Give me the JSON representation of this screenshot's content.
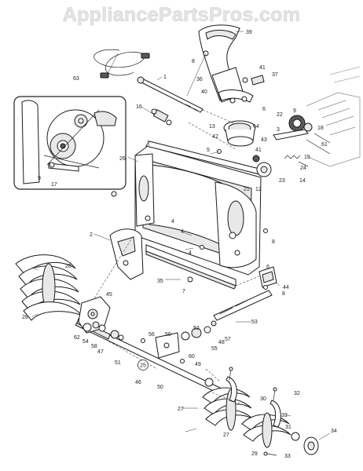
{
  "watermark": "AppliancePartsPros.com",
  "callouts": [
    {
      "id": "c1",
      "text": "1"
    },
    {
      "id": "c2",
      "text": "2"
    },
    {
      "id": "c3",
      "text": "3"
    },
    {
      "id": "c4a",
      "text": "4"
    },
    {
      "id": "c4b",
      "text": "4"
    },
    {
      "id": "c4c",
      "text": "4"
    },
    {
      "id": "c5",
      "text": "5"
    },
    {
      "id": "c6a",
      "text": "6"
    },
    {
      "id": "c6b",
      "text": "6"
    },
    {
      "id": "c7",
      "text": "7"
    },
    {
      "id": "c8a",
      "text": "8"
    },
    {
      "id": "c8b",
      "text": "8"
    },
    {
      "id": "c8c",
      "text": "8"
    },
    {
      "id": "c9a",
      "text": "9"
    },
    {
      "id": "c9b",
      "text": "9"
    },
    {
      "id": "c12",
      "text": "12"
    },
    {
      "id": "c13",
      "text": "13"
    },
    {
      "id": "c14",
      "text": "14"
    },
    {
      "id": "c15",
      "text": "15"
    },
    {
      "id": "c16",
      "text": "16"
    },
    {
      "id": "c17",
      "text": "17"
    },
    {
      "id": "c18",
      "text": "18"
    },
    {
      "id": "c21",
      "text": "21"
    },
    {
      "id": "c22",
      "text": "22"
    },
    {
      "id": "c23",
      "text": "23"
    },
    {
      "id": "c24",
      "text": "24"
    },
    {
      "id": "c25",
      "text": "25"
    },
    {
      "id": "c26",
      "text": "26"
    },
    {
      "id": "c27a",
      "text": "27"
    },
    {
      "id": "c27b",
      "text": "27"
    },
    {
      "id": "c28a",
      "text": "28"
    },
    {
      "id": "c28b",
      "text": "28"
    },
    {
      "id": "c29",
      "text": "29"
    },
    {
      "id": "c30",
      "text": "30"
    },
    {
      "id": "c31",
      "text": "31"
    },
    {
      "id": "c32",
      "text": "32"
    },
    {
      "id": "c33a",
      "text": "33"
    },
    {
      "id": "c33b",
      "text": "33"
    },
    {
      "id": "c34",
      "text": "34"
    },
    {
      "id": "c35",
      "text": "35"
    },
    {
      "id": "c36",
      "text": "36"
    },
    {
      "id": "c37",
      "text": "37"
    },
    {
      "id": "c39",
      "text": "39"
    },
    {
      "id": "c40",
      "text": "40"
    },
    {
      "id": "c41a",
      "text": "41"
    },
    {
      "id": "c41b",
      "text": "41"
    },
    {
      "id": "c42",
      "text": "42"
    },
    {
      "id": "c43",
      "text": "43"
    },
    {
      "id": "c44",
      "text": "44"
    },
    {
      "id": "c45",
      "text": "45"
    },
    {
      "id": "c46",
      "text": "46"
    },
    {
      "id": "c47",
      "text": "47"
    },
    {
      "id": "c48",
      "text": "48"
    },
    {
      "id": "c49",
      "text": "49"
    },
    {
      "id": "c50a",
      "text": "50"
    },
    {
      "id": "c50b",
      "text": "50"
    },
    {
      "id": "c51",
      "text": "51"
    },
    {
      "id": "c52",
      "text": "52"
    },
    {
      "id": "c53",
      "text": "53"
    },
    {
      "id": "c54",
      "text": "54"
    },
    {
      "id": "c55",
      "text": "55"
    },
    {
      "id": "c56",
      "text": "56"
    },
    {
      "id": "c57",
      "text": "57"
    },
    {
      "id": "c58",
      "text": "58"
    },
    {
      "id": "c60",
      "text": "60"
    },
    {
      "id": "c61",
      "text": "61"
    },
    {
      "id": "c62",
      "text": "62"
    },
    {
      "id": "c63",
      "text": "63"
    },
    {
      "id": "c64",
      "text": "64"
    }
  ]
}
